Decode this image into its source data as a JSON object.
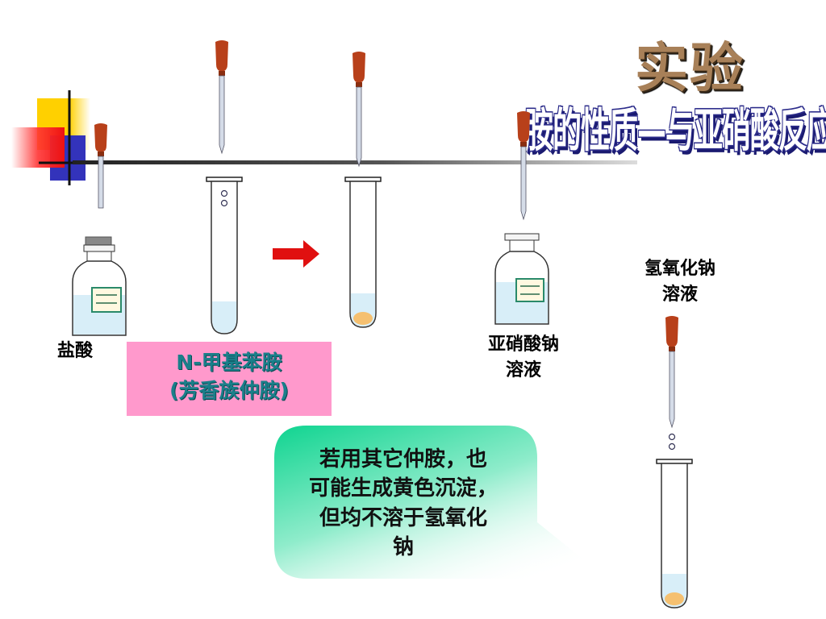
{
  "title": {
    "main": "实验",
    "subtitle": "胺的性质—与亚硝酸反应"
  },
  "labels": {
    "hydrochloric_acid": "盐酸",
    "sodium_nitrite": [
      "亚硝酸钠",
      "溶液"
    ],
    "sodium_hydroxide": [
      "氢氧化钠",
      "溶液"
    ]
  },
  "compound_box": {
    "line1": "N-甲基苯胺",
    "line2": "(芳香族仲胺)"
  },
  "callout": {
    "lines": [
      "若用其它仲胺，也",
      "可能生成黄色沉淀，",
      "但均不溶于氢氧化",
      "钠"
    ]
  },
  "colors": {
    "dropper_bulb": "#b8401a",
    "arrow": "#e01010",
    "liquid": "#d8eef8",
    "precipitate": "#f5c070",
    "callout_green": "#1ad79a",
    "pink_box": "#ff99cc",
    "title_brown": "#a88058",
    "subtitle_blue": "#2b2b8a"
  }
}
